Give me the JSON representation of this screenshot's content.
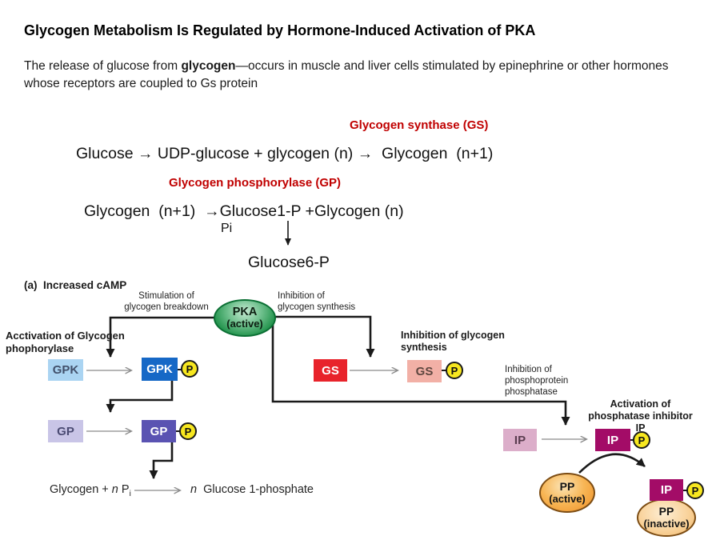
{
  "header": {
    "title": "Glycogen Metabolism Is Regulated by Hormone-Induced Activation of PKA",
    "intro_before_bold": "The release of glucose from ",
    "intro_bold": "glycogen",
    "intro_after_bold": "—occurs in muscle and liver cells stimulated by epinephrine or other hormones whose receptors are coupled to Gs protein"
  },
  "equations": {
    "synthase_label": "Glycogen synthase (GS)",
    "eq1": "Glucose → UDP-glucose + glycogen (n) →  Glycogen  (n+1)",
    "phosphorylase_label": "Glycogen phosphorylase (GP)",
    "eq2": "Glycogen  (n+1)  →Glucose1-P +Glycogen (n)",
    "pi": "Pi",
    "glucose6p": "Glucose6-P"
  },
  "diagram": {
    "panel_label": "(a)  Increased cAMP",
    "pka": {
      "line1": "PKA",
      "line2": "(active)"
    },
    "labels": {
      "stimulation": "Stimulation of\nglycogen breakdown",
      "inhibition_synthesis_top": "Inhibition of\nglycogen synthesis",
      "activation_gp": "Acctivation of Glycogen\nphophorylase",
      "inhibition_glycogen_synthesis": "Inhibition of glycogen\nsynthesis",
      "inhibition_phosphatase": "Inhibition of\nphosphoprotein\nphosphatase",
      "activation_ip": "Activation of\nphosphatase inhibitor IP"
    },
    "boxes": {
      "gpk_inactive": "GPK",
      "gpk_active": "GPK",
      "gp_inactive": "GP",
      "gp_active": "GP",
      "gs_active": "GS",
      "gs_inactive": "GS",
      "ip_inactive": "IP",
      "ip_active": "IP",
      "ip_complex": "IP",
      "p_label": "P"
    },
    "ellipses": {
      "pp_active": {
        "line1": "PP",
        "line2": "(active)"
      },
      "pp_inactive": {
        "line1": "PP",
        "line2": "(inactive)"
      }
    },
    "reaction": {
      "left_pre": "Glycogen + ",
      "left_n": "n",
      "left_post": " P",
      "left_sub": "i",
      "right_n": "n",
      "right_post": "  Glucose 1-phosphate"
    },
    "colors": {
      "heading_red": "#c00000",
      "gpk_inactive_bg": "#aad4f2",
      "gpk_active_bg": "#1668c6",
      "gp_inactive_bg": "#c9c5e7",
      "gp_active_bg": "#5a53b2",
      "gs_active_bg": "#e8232b",
      "gs_inactive_bg": "#f2b0a6",
      "ip_inactive_bg": "#dcaeca",
      "ip_active_bg": "#a30c67",
      "p_circle_bg": "#f7e71f",
      "pka_green": "#1d9048",
      "pp_active_orange": "#ef8f26",
      "pp_inactive_orange": "#f8d3a0"
    }
  }
}
